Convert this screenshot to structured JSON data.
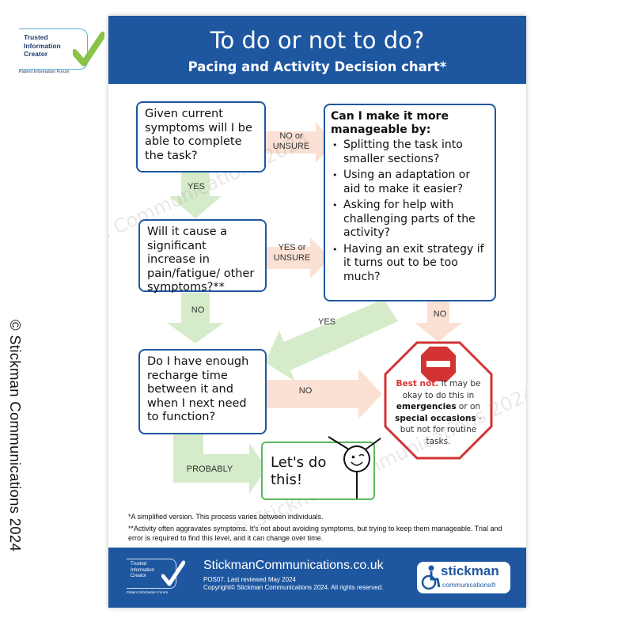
{
  "badge": {
    "text": "Trusted\nInformation\nCreator",
    "sub": "Patient Information Forum"
  },
  "vertical_copyright": "© Stickman Communications 2024",
  "poster": {
    "title": "To do or not to do?",
    "subtitle": "Pacing and Activity Decision chart*",
    "q1": "Given current symptoms will I be able to complete the task?",
    "q2": "Will it cause a significant increase in pain/fatigue/ other symptoms?**",
    "q3": "Do I have enough recharge time between it and when I next need to function?",
    "manage": {
      "title": "Can I make it more manageable by:",
      "items": [
        "Splitting the task into smaller sections?",
        "Using an adaptation or aid to make it easier?",
        "Asking for help with challenging parts of the activity?",
        "Having an exit strategy if it turns out to be too much?"
      ]
    },
    "labels": {
      "no_or_unsure": "NO or UNSURE",
      "yes1": "YES",
      "yes_or_unsure": "YES or UNSURE",
      "no1": "NO",
      "yes2": "YES",
      "no2": "NO",
      "no3": "NO",
      "probably": "PROBABLY"
    },
    "stop": {
      "best_not": "Best not.",
      "t1": " It may be okay to do this in ",
      "emergencies": "emergencies",
      "t2": " or on ",
      "special": "special occasions",
      "t3": " - but not for routine tasks."
    },
    "lets_do": "Let's do this!",
    "notes": {
      "n1": "*A simplified version. This process varies between individuals.",
      "n2": "**Activity often aggravates symptoms. It's not about avoiding symptoms, but trying to keep them manageable. Trial and error is required to find this level, and it can change over time."
    },
    "watermark": "© Stickman Communications 2024",
    "footer": {
      "site": "StickmanCommunications.co.uk",
      "ref1": "POS07. Last reviewed May 2024",
      "ref2": "Copyright© Stickman Communications 2024. All rights reserved.",
      "logo_line1": "stickman",
      "logo_line2": "communications®",
      "badge_text": "Trusted\nInformation\nCreator",
      "badge_sub": "Patient Information Forum"
    }
  },
  "colors": {
    "blue": "#1e57a0",
    "green_arrow": "#d6ebc9",
    "peach_arrow": "#fbe1d4",
    "stop_red": "#d33333",
    "lets_green": "#5cb85c"
  }
}
